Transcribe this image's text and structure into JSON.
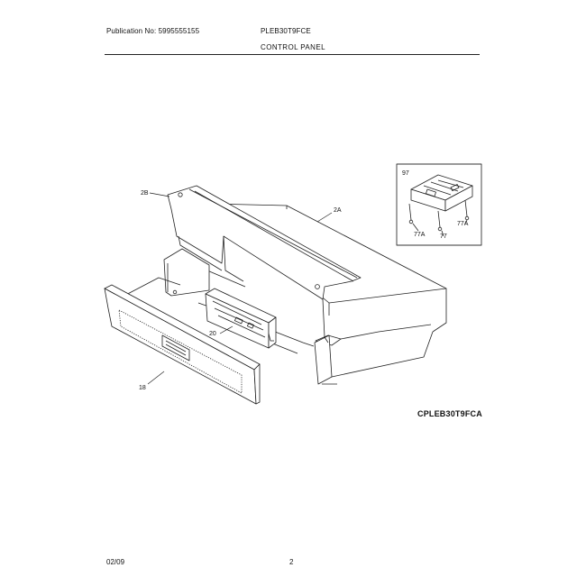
{
  "header": {
    "publication": "Publication No: 5995555155",
    "model": "PLEB30T9FCE",
    "section": "CONTROL PANEL"
  },
  "callouts": {
    "c2b": "2B",
    "c2a": "2A",
    "c20": "20",
    "c18": "18",
    "c97": "97",
    "c77a_left": "77A",
    "c77": "77",
    "c77a_right": "77A"
  },
  "diagram_code": "CPLEB30T9FCA",
  "footer": {
    "date": "02/09",
    "page": "2"
  }
}
